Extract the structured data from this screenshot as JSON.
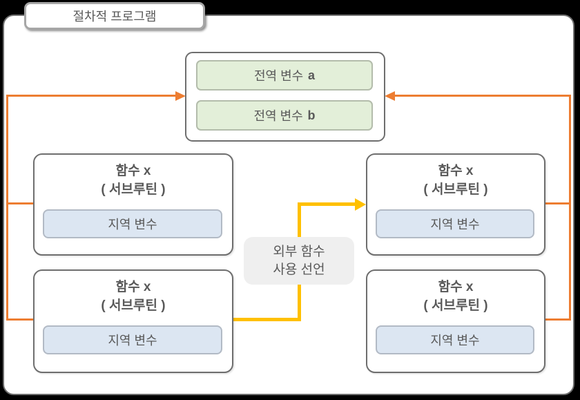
{
  "title": "절차적 프로그램",
  "global_box": {
    "items": [
      {
        "label": "전역 변수",
        "suffix": "a"
      },
      {
        "label": "전역 변수",
        "suffix": "b"
      }
    ]
  },
  "functions": [
    {
      "position": "top-left",
      "name": "함수 x",
      "subtitle": "( 서브루틴 )",
      "local_variable": "지역 변수"
    },
    {
      "position": "top-right",
      "name": "함수 x",
      "subtitle": "( 서브루틴 )",
      "local_variable": "지역 변수"
    },
    {
      "position": "bottom-left",
      "name": "함수 x",
      "subtitle": "( 서브루틴 )",
      "local_variable": "지역 변수"
    },
    {
      "position": "bottom-right",
      "name": "함수 x",
      "subtitle": "( 서브루틴 )",
      "local_variable": "지역 변수"
    }
  ],
  "center_note": {
    "line1": "외부 함수",
    "line2": "사용 선언"
  },
  "colors": {
    "global_access_arrows": "#ED7D31",
    "external_call_arrow": "#FFC000",
    "global_variable_fill": "#E3EFD9",
    "local_variable_fill": "#DCE6F2",
    "note_fill": "#EFEFEF",
    "text": "#595959",
    "box_border": "#6E6E6E"
  }
}
